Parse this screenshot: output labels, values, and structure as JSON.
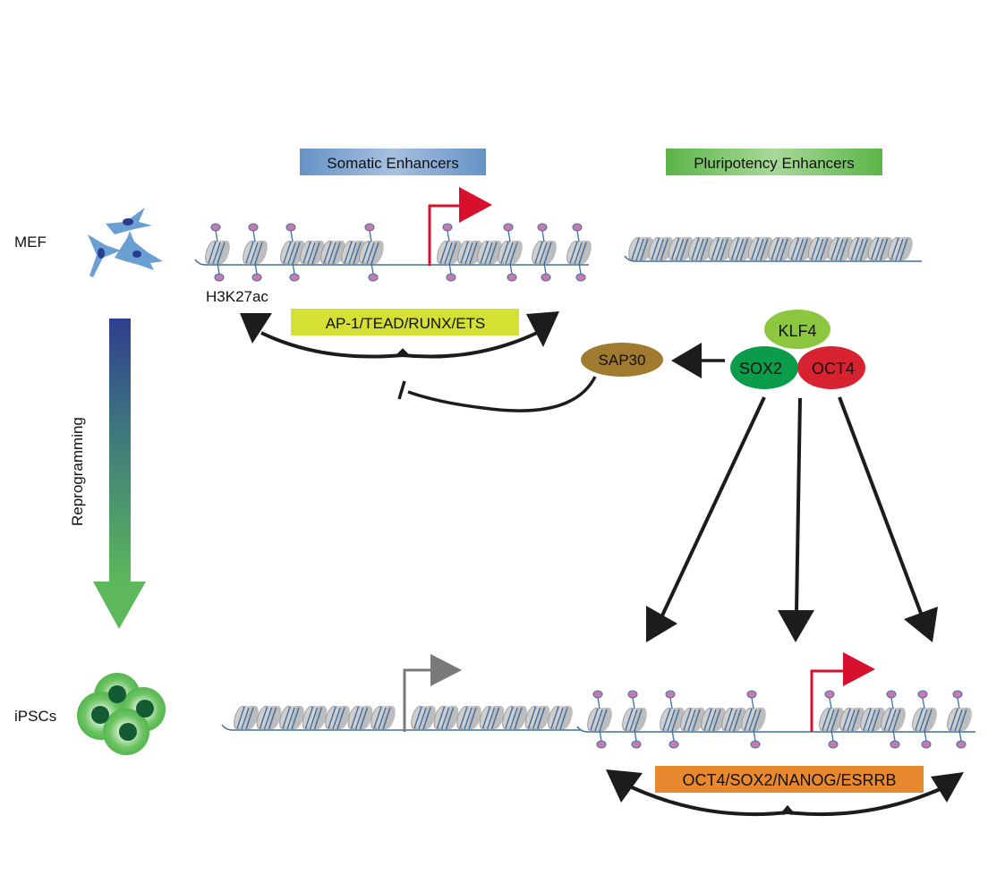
{
  "cell_labels": {
    "mef": "MEF",
    "ipscs": "iPSCs"
  },
  "process_label": "Reprogramming",
  "enhancer_headers": {
    "somatic": "Somatic Enhancers",
    "pluripotency": "Pluripotency Enhancers"
  },
  "histone_mark_label": "H3K27ac",
  "tf_boxes": {
    "somatic_tfs": "AP-1/TEAD/RUNX/ETS",
    "pluripotency_tfs": "OCT4/SOX2/NANOG/ESRRB"
  },
  "factors": {
    "klf4": "KLF4",
    "sox2": "SOX2",
    "oct4": "OCT4",
    "sap30": "SAP30"
  },
  "colors": {
    "somatic_header": "#6b97c9",
    "pluripotency_header": "#5cb548",
    "somatic_tf_box": "#d4e033",
    "pluripotency_tf_box": "#e8892f",
    "klf4": "#8dc63f",
    "sox2": "#0a9c4a",
    "oct4": "#d7232f",
    "sap30": "#a07a2f",
    "active_tss": "#d7102d",
    "inactive_tss": "#7a7a7a",
    "acetyl_mark": "#c87ab0",
    "dna": "#3f6fa0",
    "nucleosome": "#b5b5b5",
    "mef_cell": "#6a9fd4",
    "ipsc_cell": "#5cbd5a",
    "arrow": "#1c1c1c"
  }
}
